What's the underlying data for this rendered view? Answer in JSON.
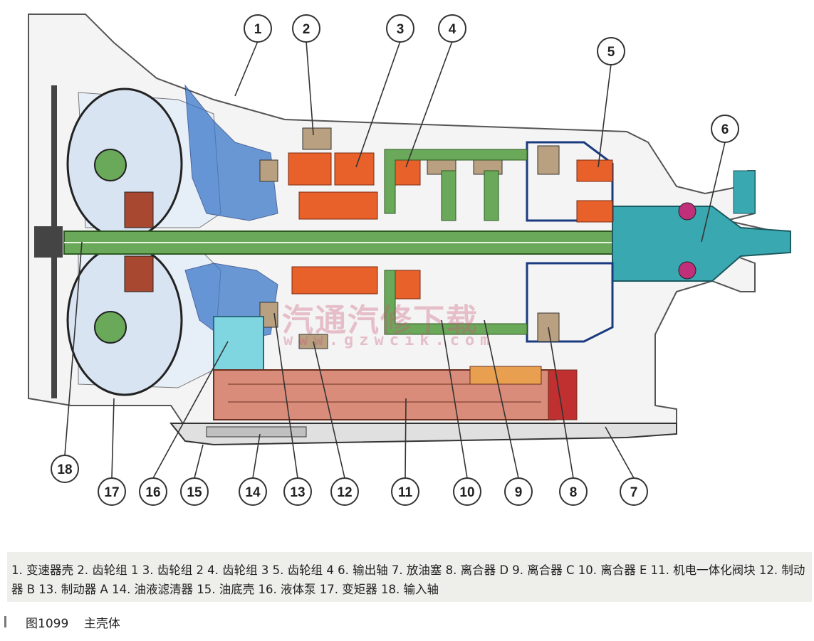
{
  "diagram": {
    "callouts": [
      "1",
      "2",
      "3",
      "4",
      "5",
      "6",
      "7",
      "8",
      "9",
      "10",
      "11",
      "12",
      "13",
      "14",
      "15",
      "16",
      "17",
      "18"
    ]
  },
  "watermark": {
    "text": "汽通汽修下载",
    "url": "www.gzwcik.com"
  },
  "legend": "1. 变速器壳  2. 齿轮组 1  3. 齿轮组 2  4. 齿轮组 3  5. 齿轮组 4  6. 输出轴   7. 放油塞  8. 离合器 D  9. 离合器 C  10. 离合器 E  11. 机电一体化阀块  12. 制动器 B  13. 制动器 A  14. 油液滤清器  15. 油底壳  16. 液体泵  17. 变矩器  18. 输入轴",
  "figure": {
    "label": "图1099",
    "title": "主壳体"
  },
  "colors": {
    "housing_blue": "#3a78c8",
    "shaft_green": "#6aa85a",
    "gear_orange": "#e8612a",
    "valve_body_pink": "#d98c7a",
    "pump_cyan": "#7fd6e0",
    "output_teal": "#3aa8b0"
  }
}
